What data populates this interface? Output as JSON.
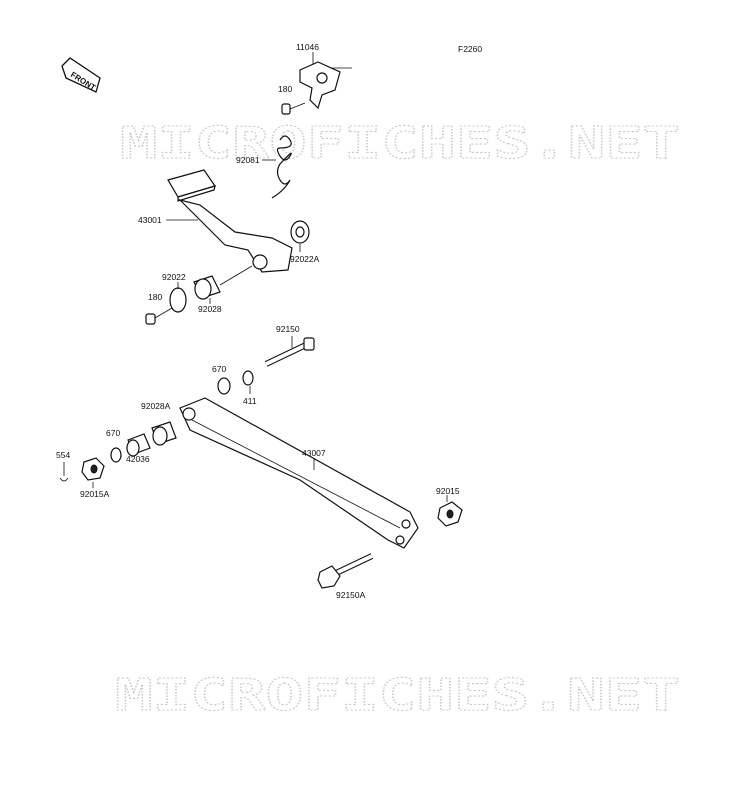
{
  "figure_code": "F2260",
  "front_label": "FRONT",
  "watermark": "MICROFICHES.NET",
  "labels": {
    "p11046": "11046",
    "p180_top": "180",
    "p92081": "92081",
    "p43001": "43001",
    "p92022A": "92022A",
    "p92022": "92022",
    "p180_left": "180",
    "p92028": "92028",
    "p92150": "92150",
    "p670_top": "670",
    "p411": "411",
    "p92028A": "92028A",
    "p670_left": "670",
    "p42036": "42036",
    "p554": "554",
    "p43007": "43007",
    "p92015A": "92015A",
    "p92015": "92015",
    "p92150A": "92150A"
  }
}
